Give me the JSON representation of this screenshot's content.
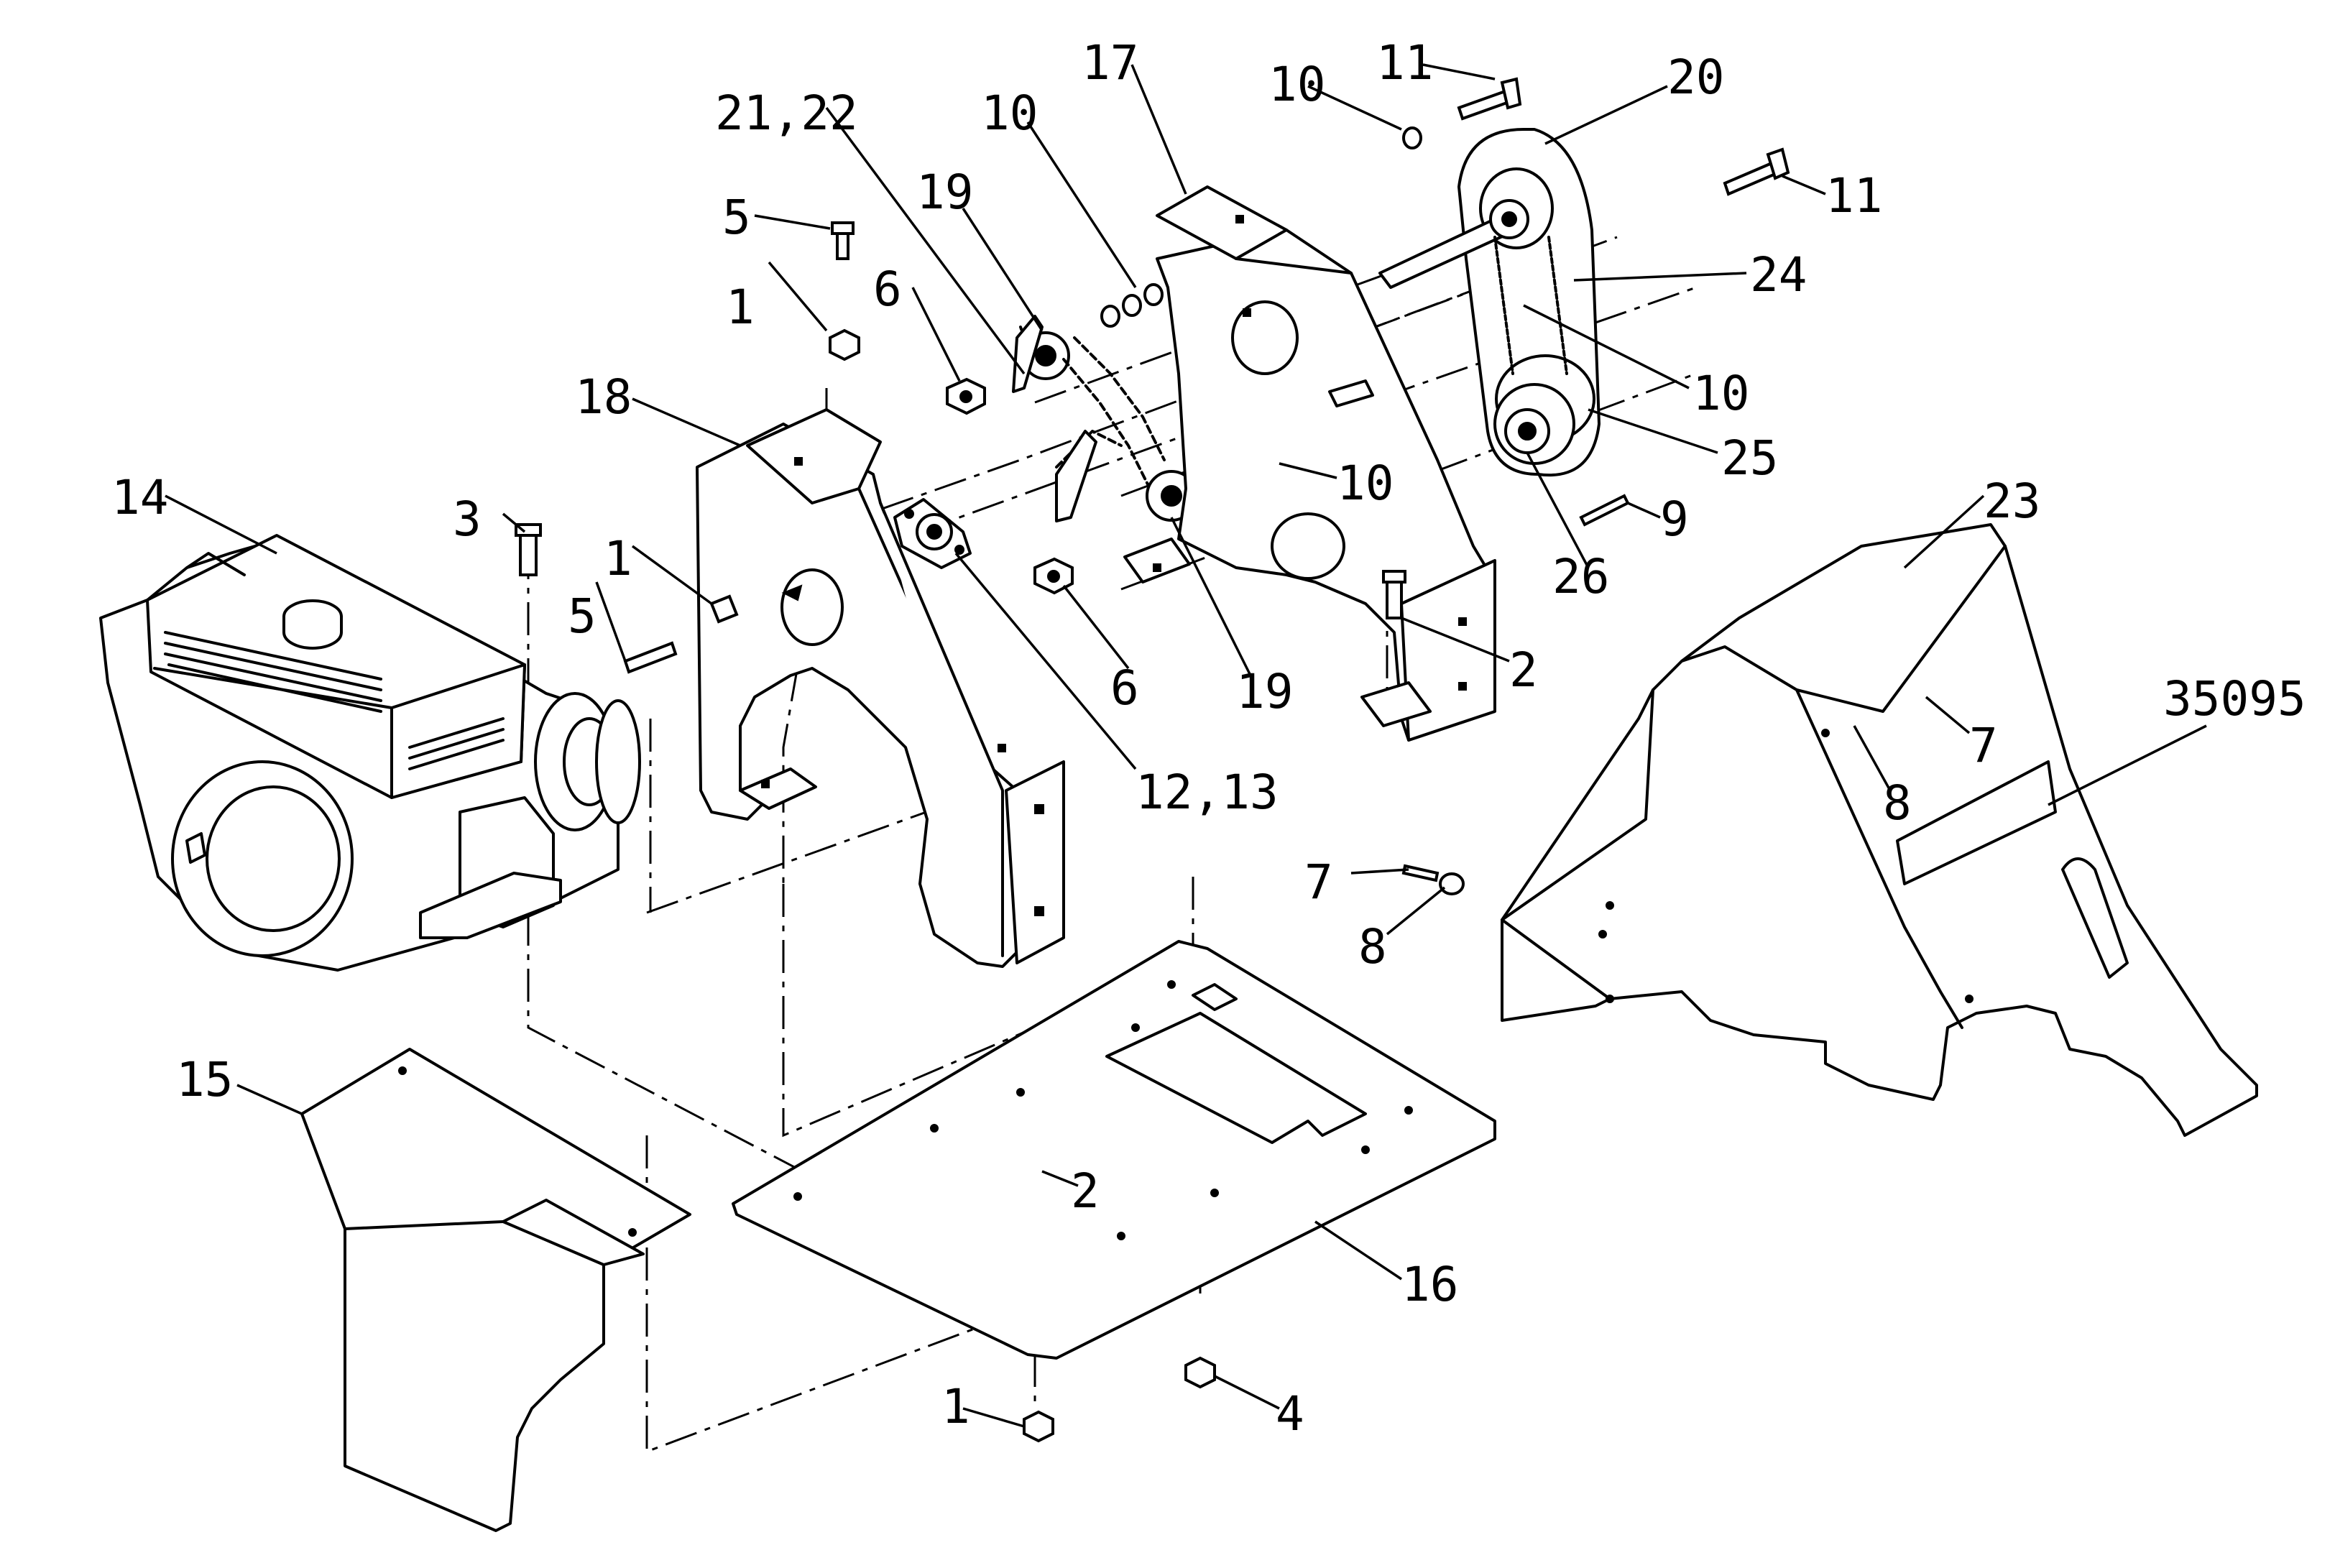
{
  "callouts": [
    "14",
    "18",
    "3",
    "1",
    "5",
    "5",
    "1",
    "21,22",
    "19",
    "6",
    "10",
    "17",
    "10",
    "11",
    "20",
    "11",
    "24",
    "10",
    "25",
    "9",
    "26",
    "10",
    "19",
    "6",
    "2",
    "12,13",
    "23",
    "35095",
    "7",
    "8",
    "7",
    "8",
    "15",
    "2",
    "16",
    "1",
    "4"
  ]
}
